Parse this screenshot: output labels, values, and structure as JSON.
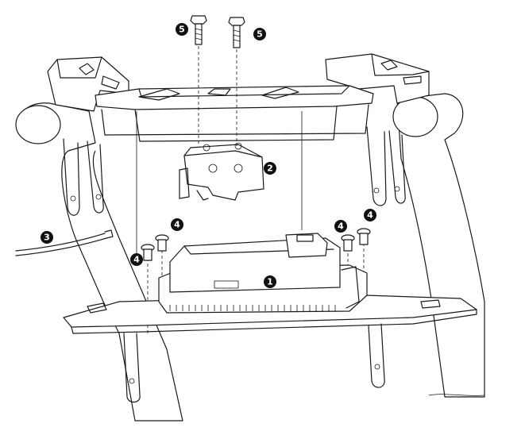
{
  "diagram": {
    "type": "exploded-assembly",
    "callouts": {
      "c1": "1",
      "c2": "2",
      "c3": "3",
      "c4a": "4",
      "c4b": "4",
      "c4c": "4",
      "c4d": "4",
      "c5a": "5",
      "c5b": "5"
    },
    "colors": {
      "line": "#1a1a1a",
      "callout": "#111111",
      "background": "#ffffff"
    }
  }
}
